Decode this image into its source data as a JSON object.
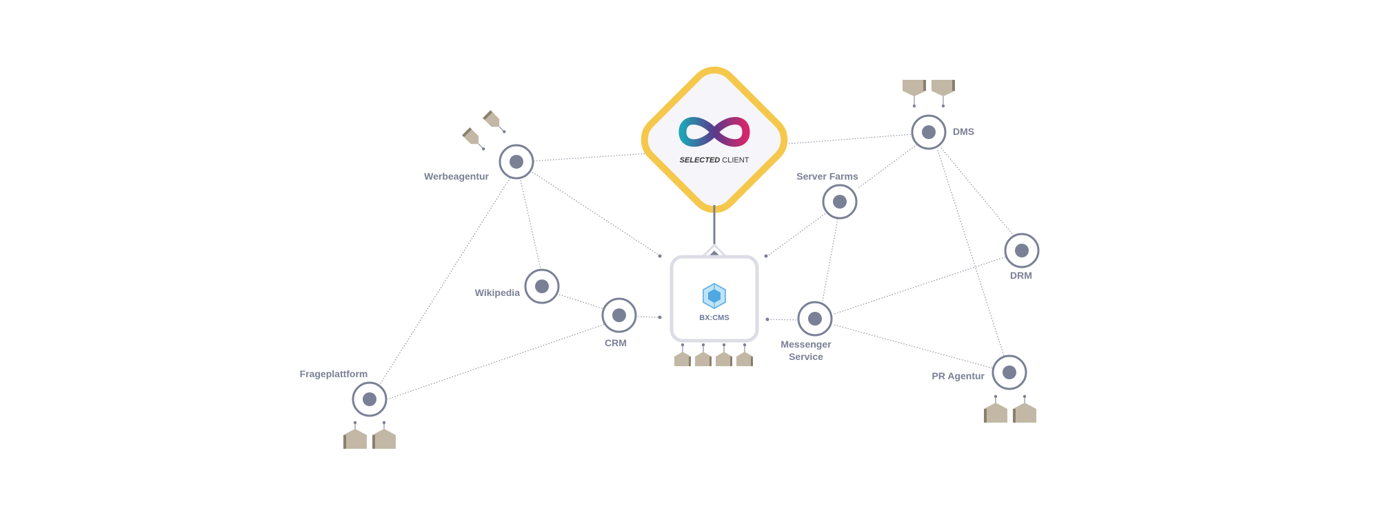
{
  "client": {
    "brand_bold": "SELECTED",
    "brand_rest": " CLIENT"
  },
  "cms": {
    "label": "BX:CMS"
  },
  "nodes": {
    "werbeagentur": "Werbeagentur",
    "wikipedia": "Wikipedia",
    "crm": "CRM",
    "frageplattform": "Frageplattform",
    "server_farms": "Server Farms",
    "dms": "DMS",
    "drm": "DRM",
    "messenger_line1": "Messenger",
    "messenger_line2": "Service",
    "pr_agentur": "PR Agentur"
  },
  "colors": {
    "accent_frame": "#f5c84c",
    "node": "#7a8095",
    "device": "#c2b8a5",
    "cms_icon": "#4fa8e0",
    "logo_teal": "#2aa6b8",
    "logo_magenta": "#c2226e"
  },
  "icons": {
    "client_logo": "infinity-logo-icon",
    "cms_logo": "cube-icon",
    "device": "device-icon",
    "node": "node-icon"
  }
}
